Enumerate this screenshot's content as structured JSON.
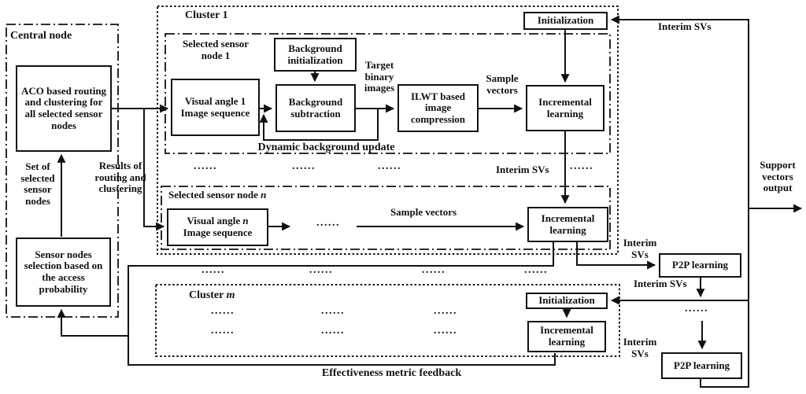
{
  "central": {
    "title": "Central node",
    "aco_box": "ACO based routing and clustering for all selected sensor nodes",
    "set_of_label": "Set of selected sensor nodes",
    "selection_box": "Sensor nodes selection based on the access probability"
  },
  "cluster1": {
    "title": "Cluster 1",
    "initialization_box": "Initialization",
    "node1": {
      "title": "Selected sensor node 1",
      "visual_angle_box": "Visual angle 1 Image sequence",
      "background_init_box": "Background initialization",
      "background_sub_box": "Background subtraction",
      "target_binary_label": "Target binary images",
      "ilwt_box": "ILWT based image compression",
      "sample_vectors_label": "Sample vectors",
      "incremental_box": "Incremental learning",
      "dynamic_update_label": "Dynamic background update"
    },
    "noden": {
      "title_prefix": "Selected sensor node ",
      "title_var": "n",
      "visual_angle_prefix": "Visual angle ",
      "visual_angle_var": "n",
      "visual_angle_line2": "Image sequence",
      "sample_vectors_label": "Sample vectors",
      "incremental_box": "Incremental learning"
    }
  },
  "clusterm": {
    "title_prefix": "Cluster ",
    "title_var": "m",
    "initialization_box": "Initialization",
    "incremental_box": "Incremental learning"
  },
  "right": {
    "p2p1_box": "P2P learning",
    "p2p2_box": "P2P learning",
    "support_output_label": "Support vectors output"
  },
  "edges": {
    "results_label": "Results of routing and clustering",
    "interim_svs": "Interim SVs",
    "effectiveness_label": "Effectiveness metric feedback",
    "dots": "......"
  }
}
